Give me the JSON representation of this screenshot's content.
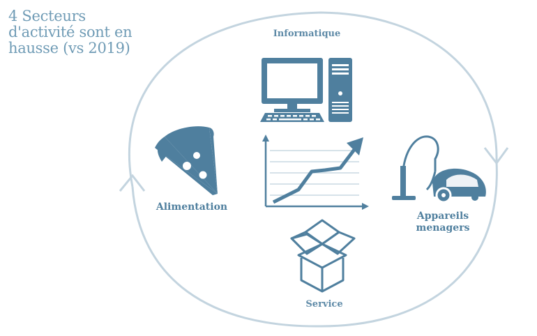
{
  "title": "4 Secteurs\nd'activité sont en\nhausse (vs 2019)",
  "sectors": {
    "informatique": "Informatique",
    "alimentation": "Alimentation",
    "appareils": "Appareils\nmenagers",
    "service": "Service"
  },
  "colors": {
    "icon": "#4f7f9e",
    "ring": "#c3d4df",
    "title": "#6f9bb5"
  }
}
